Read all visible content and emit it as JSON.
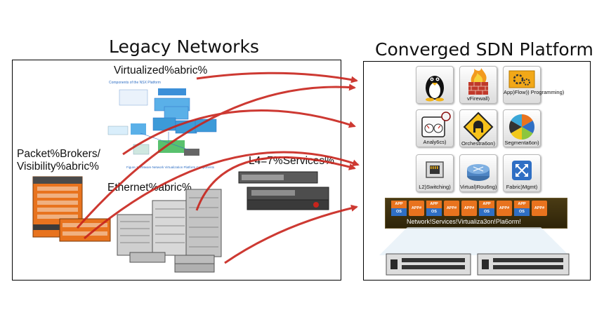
{
  "left": {
    "title": "Legacy Networks",
    "labels": {
      "virtualized_fabric": "Virtualized%abric%",
      "packet_brokers_1": "Packet%Brokers/",
      "packet_brokers_2": "Visibility%abric%",
      "ethernet_fabric": "Ethernet%abric%",
      "l4_7_services": "L4=7%Services%"
    },
    "nsx_caption": "Components of the NSX Platform"
  },
  "right": {
    "title": "Converged SDN Platform",
    "apps": [
      {
        "icon": "linux-penguin",
        "caption": ""
      },
      {
        "icon": "firewall",
        "caption": "vFirewall)"
      },
      {
        "icon": "gears",
        "caption": "App)Flow)) Programming)"
      },
      {
        "icon": "analytics-gauge",
        "caption": "Analy6cs)"
      },
      {
        "icon": "tunnel-sign",
        "caption": "Orchestra6on)"
      },
      {
        "icon": "segmentation-wheel",
        "caption": "Segmenta6on)"
      },
      {
        "icon": "ethernet-port",
        "caption": "L2)Switching)"
      },
      {
        "icon": "router",
        "caption": "Virtual)Rou6ng)"
      },
      {
        "icon": "fabric-arrows",
        "caption": "Fabric)Mgmt)"
      }
    ],
    "strip": {
      "caption": "Network!Services!Virtualiza3on!Pla6orm!",
      "chips": [
        "APP OS",
        "APP#",
        "APP OS",
        "APP#",
        "APP#",
        "APP OS",
        "APP#",
        "APP OS",
        "APP#"
      ]
    }
  },
  "colors": {
    "arrow": "#c8241c",
    "orange": "#e8731e",
    "blue": "#2f6fc4"
  }
}
